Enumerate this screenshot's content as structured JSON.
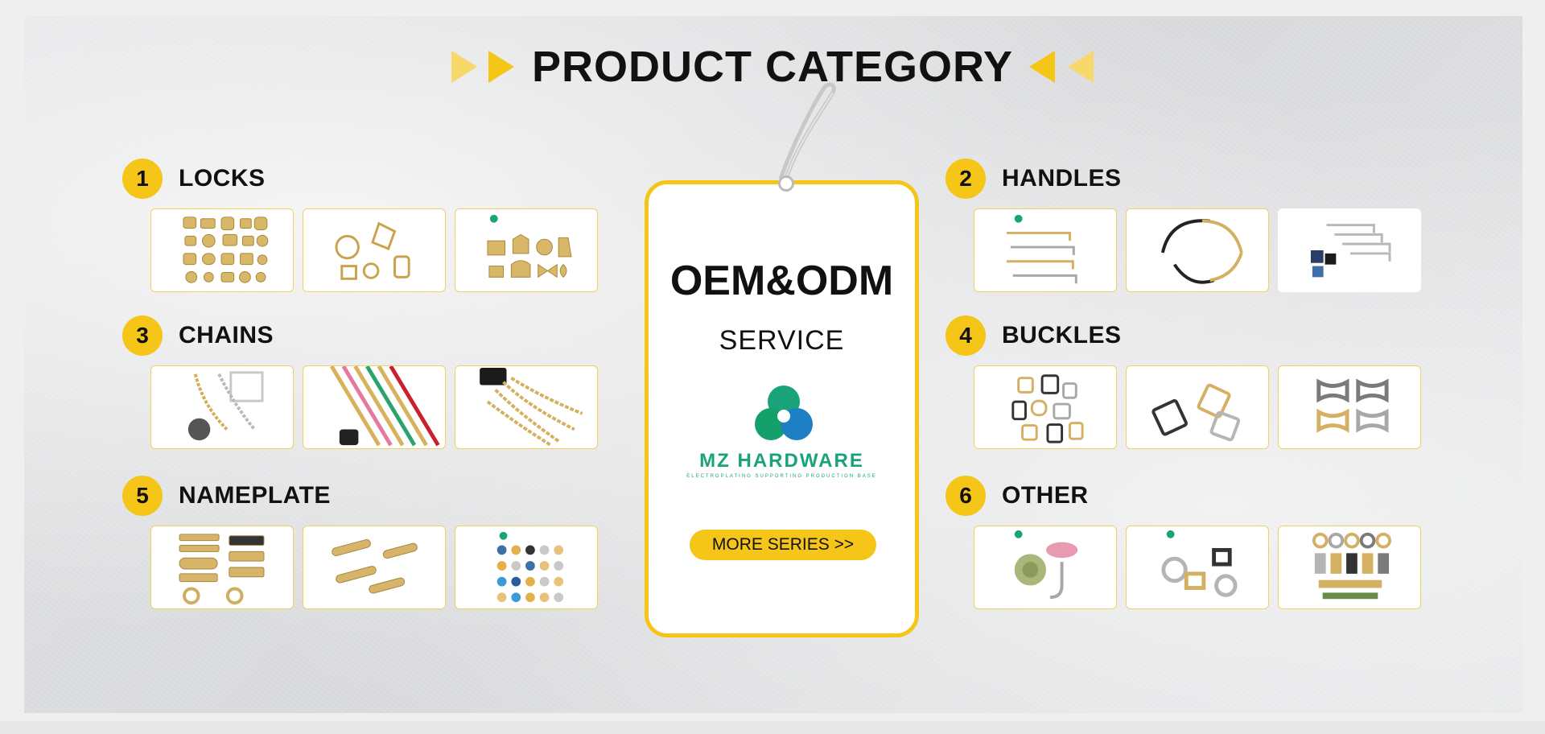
{
  "header": {
    "title": "PRODUCT CATEGORY"
  },
  "categories": [
    {
      "number": "1",
      "name": "LOCKS"
    },
    {
      "number": "2",
      "name": "HANDLES"
    },
    {
      "number": "3",
      "name": "CHAINS"
    },
    {
      "number": "4",
      "name": "BUCKLES"
    },
    {
      "number": "5",
      "name": "NAMEPLATE"
    },
    {
      "number": "6",
      "name": "OTHER"
    }
  ],
  "tag": {
    "headline": "OEM&ODM",
    "subhead": "SERVICE",
    "brand": "MZ HARDWARE",
    "brand_tagline": "ELECTROPLATING SUPPORTING PRODUCTION BASE",
    "button_label": "MORE SERIES >>"
  },
  "colors": {
    "accent": "#f5c518",
    "brand": "#1aa37a",
    "brand_blue": "#1f7fc4"
  },
  "icons": [
    "triangle-right-icon",
    "triangle-left-icon",
    "mz-hardware-logo"
  ]
}
